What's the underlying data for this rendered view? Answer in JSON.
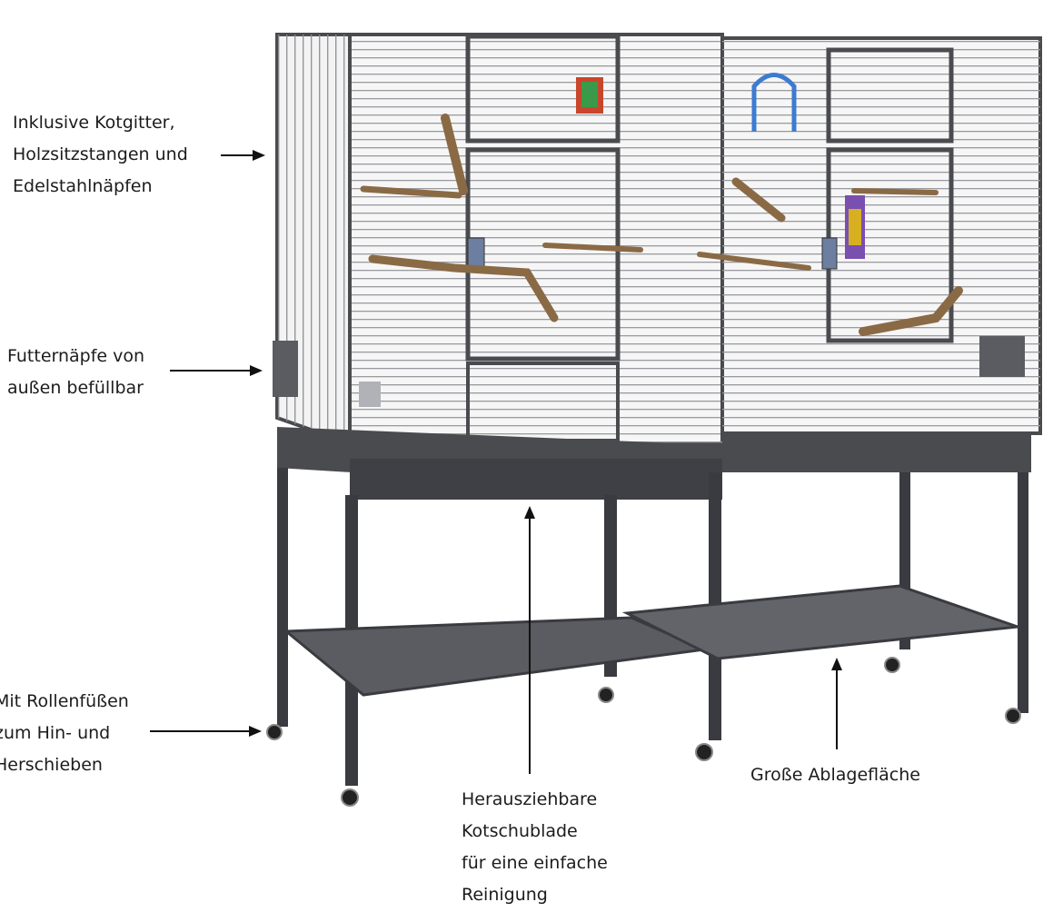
{
  "annotations": {
    "kotgitter": [
      "Inklusive Kotgitter,",
      "Holzsitzstangen und",
      "Edelstahlnäpfen"
    ],
    "futternaepfe": [
      "Futternäpfe von",
      "außen befüllbar"
    ],
    "rollen": [
      "Mit Rollenfüßen",
      "zum Hin- und",
      "Herschieben"
    ],
    "schublade": [
      "Herausziehbare",
      "Kotschublade",
      "für eine einfache",
      "Reinigung"
    ],
    "ablage": [
      "Große Ablagefläche"
    ]
  },
  "colors": {
    "frame": "#4a4b4f",
    "frame_dark": "#33343a",
    "wire": "#8a8b90",
    "tray": "#5b5c61",
    "wood": "#8a6a45",
    "arrow": "#111111"
  }
}
